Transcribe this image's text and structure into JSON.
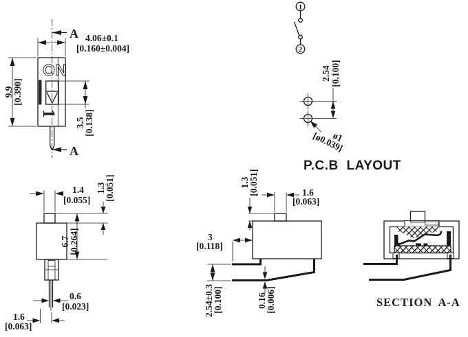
{
  "front": {
    "section_label_top": "A",
    "section_label_bottom": "A",
    "on_label": "ON",
    "position_label": "1",
    "dim_width_mm": "4.06±0.1",
    "dim_width_in": "[0.160±0.004]",
    "dim_height_mm": "9.9",
    "dim_height_in": "[0.390]",
    "dim_travel_mm": "3.5",
    "dim_travel_in": "[0.138]"
  },
  "pcb": {
    "title": "P.C.B LAYOUT",
    "terminal_1": "1",
    "terminal_2": "2",
    "dim_pitch_mm": "2.54",
    "dim_pitch_in": "[0.100]",
    "dim_hole_mm": "ø1",
    "dim_hole_in": "[ø0.039]"
  },
  "side": {
    "dim_actuator_width_mm": "1.4",
    "dim_actuator_width_in": "[0.055]",
    "dim_actuator_height_mm": "1.3",
    "dim_actuator_height_in": "[0.051]",
    "dim_body_height_mm": "6.7",
    "dim_body_height_in": "[0.264]",
    "dim_pin_width_mm": "0.6",
    "dim_pin_width_in": "[0.023]",
    "dim_pin_offset_mm": "1.6",
    "dim_pin_offset_in": "[0.063]"
  },
  "profile": {
    "dim_actuator_height_mm": "1.3",
    "dim_actuator_height_in": "[0.051]",
    "dim_actuator_width_mm": "1.6",
    "dim_actuator_width_in": "[0.063]",
    "dim_lead_length_mm": "3",
    "dim_lead_length_in": "[0.118]",
    "dim_lead_pitch_mm": "2.54±0.3",
    "dim_lead_pitch_in": "[0.100]",
    "dim_lead_thickness_mm": "0.16",
    "dim_lead_thickness_in": "[0.006]"
  },
  "section": {
    "title": "SECTION A-A"
  },
  "colors": {
    "line": "#1a1a1a",
    "background": "#ffffff"
  }
}
